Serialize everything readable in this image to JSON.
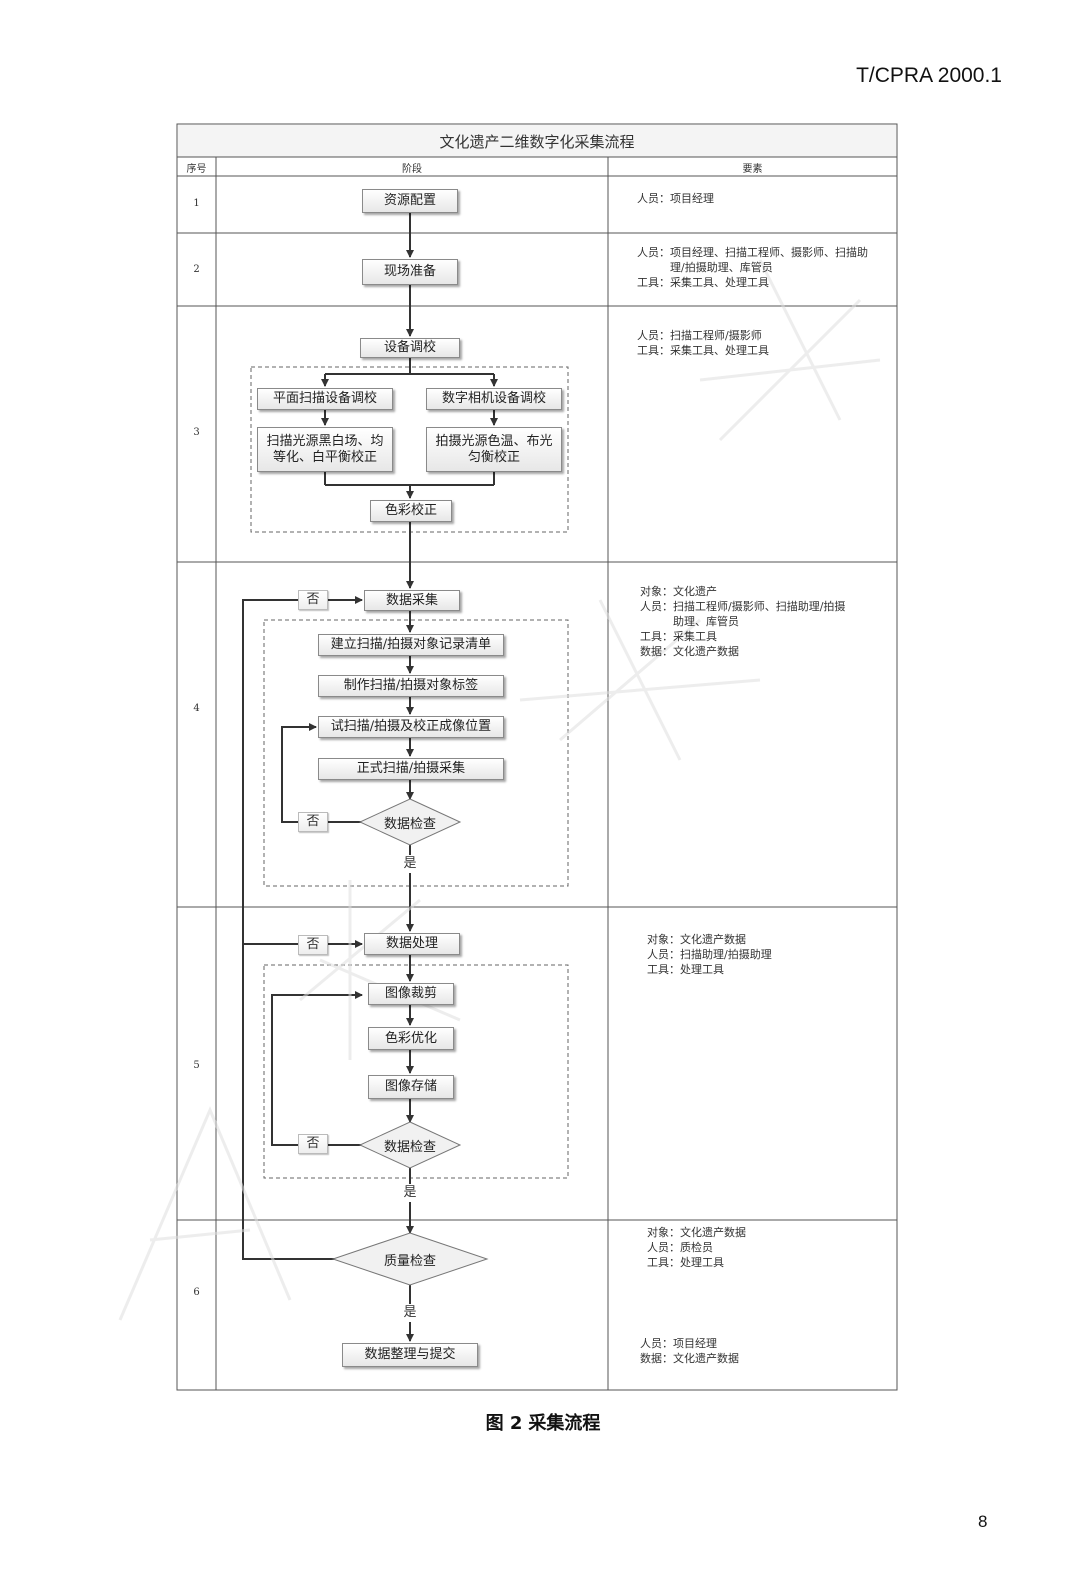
{
  "header": {
    "standard_code": "T/CPRA 2000.1"
  },
  "table": {
    "title": "文化遗产二维数字化采集流程",
    "col_seq": "序号",
    "col_stage": "阶段",
    "col_elements": "要素",
    "rows": [
      "1",
      "2",
      "3",
      "4",
      "5",
      "6"
    ]
  },
  "flow": {
    "resource_config": "资源配置",
    "site_prep": "现场准备",
    "equipment_calib": "设备调校",
    "flat_scan_calib": "平面扫描设备调校",
    "digital_cam_calib": "数字相机设备调校",
    "scan_light_line1": "扫描光源黑白场、均",
    "scan_light_line2": "等化、白平衡校正",
    "shoot_light_line1": "拍摄光源色温、布光",
    "shoot_light_line2": "匀衡校正",
    "color_correction": "色彩校正",
    "data_collection": "数据采集",
    "build_list": "建立扫描/拍摄对象记录清单",
    "make_label": "制作扫描/拍摄对象标签",
    "trial_scan": "试扫描/拍摄及校正成像位置",
    "formal_scan": "正式扫描/拍摄采集",
    "data_check": "数据检查",
    "data_processing": "数据处理",
    "image_crop": "图像裁剪",
    "color_optimize": "色彩优化",
    "image_storage": "图像存储",
    "quality_check": "质量检查",
    "organize_submit": "数据整理与提交",
    "no": "否",
    "yes": "是"
  },
  "elements": {
    "row1": [
      "人员：项目经理"
    ],
    "row2": [
      "人员：项目经理、扫描工程师、摄影师、扫描助",
      "　　　理/拍摄助理、库管员",
      "工具：采集工具、处理工具"
    ],
    "row3": [
      "人员：扫描工程师/摄影师",
      "工具：采集工具、处理工具"
    ],
    "row4": [
      "对象：文化遗产",
      "人员：扫描工程师/摄影师、扫描助理/拍摄",
      "　　　助理、库管员",
      "工具：采集工具",
      "数据：文化遗产数据"
    ],
    "row5": [
      "对象：文化遗产数据",
      "人员：扫描助理/拍摄助理",
      "工具：处理工具"
    ],
    "row6a": [
      "对象：文化遗产数据",
      "人员：质检员",
      "工具：处理工具"
    ],
    "row6b": [
      "人员：项目经理",
      "数据：文化遗产数据"
    ]
  },
  "caption": {
    "figure_no": "图 2",
    "title": "采集流程"
  },
  "page_number": "8"
}
